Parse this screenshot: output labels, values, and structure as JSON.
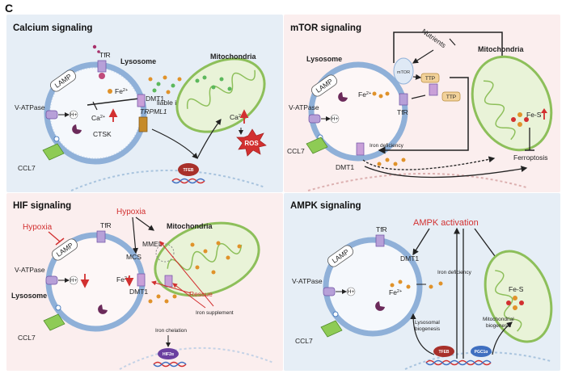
{
  "page_label": "C",
  "colors": {
    "panel_blue": "#e6eef6",
    "panel_pink": "#fbeeee",
    "membrane": "#8fb0d8",
    "mito_fill": "#e9f3d8",
    "mito_stroke": "#8dbf5a",
    "iron": "#e0922a",
    "green_dot": "#5cb85c",
    "red": "#d23030",
    "tfeb": "#a8302a",
    "pgc1a": "#3f6fc0",
    "hif2a": "#6b3fa0"
  },
  "calcium": {
    "title": "Calcium signaling",
    "lysosome": "Lysosome",
    "mitochondria": "Mitochondria",
    "lamp": "LAMP",
    "tfr": "TfR",
    "fe": "Fe",
    "fe_sup": "2+",
    "dmt1": "DMT1",
    "trpml1": "TRPML1",
    "ca": "Ca",
    "ca_sup": "2+",
    "ctsk": "CTSK",
    "vatpase": "V-ATPase",
    "hplus": "H+",
    "labile": "liable iron pool",
    "ca_mito": "Ca",
    "ca_mito_sup": "2+",
    "ros": "ROS",
    "ccl7": "CCL7",
    "tfeb": "TFEB"
  },
  "mtor": {
    "title": "mTOR signaling",
    "lysosome": "Lysosome",
    "mitochondria": "Mitochondria",
    "lamp": "LAMP",
    "nutrients": "Nutrients",
    "mtor_label": "mTOR",
    "ttp": "TTP",
    "ttp2": "TTP",
    "tfr": "TfR",
    "fe": "Fe",
    "fe_sup": "2+",
    "vatpase": "V-ATPase",
    "hplus": "H+",
    "iron_def": "Iron deficiency",
    "fes": "Fe-S",
    "ferroptosis": "Ferroptosis",
    "ccl7": "CCL7",
    "dmt1": "DMT1"
  },
  "hif": {
    "title": "HIF signaling",
    "hypoxia_left": "Hypoxia",
    "hypoxia_top": "Hypoxia",
    "mitochondria": "Mitochondria",
    "lamp": "LAMP",
    "tfr": "TfR",
    "mmel": "MMEL",
    "mcs": "MCS",
    "vatpase": "V-ATPase",
    "hplus": "H+",
    "fe": "Fe",
    "fe_sup": "2+",
    "dmt1": "DMT1",
    "rescue": "Rescue",
    "lysosome": "Lysosome",
    "chelation": "Iron chelation",
    "supplement": "Iron supplement",
    "ccl7": "CCL7",
    "hif2a": "HIF2α"
  },
  "ampk": {
    "title": "AMPK signaling",
    "activation": "AMPK activation",
    "lamp": "LAMP",
    "tfr": "TfR",
    "dmt1": "DMT1",
    "vatpase": "V-ATPase",
    "hplus": "H+",
    "fe": "Fe",
    "fe_sup": "2+",
    "iron_def": "Iron deficiency",
    "fes": "Fe-S",
    "lyso_bio_1": "Lysosomal",
    "lyso_bio_2": "biogenesis",
    "mito_bio_1": "Mitochondrial",
    "mito_bio_2": "biogenesis",
    "ccl7": "CCL7",
    "tfeb": "TFEB",
    "pgc1a": "PGC1α"
  }
}
